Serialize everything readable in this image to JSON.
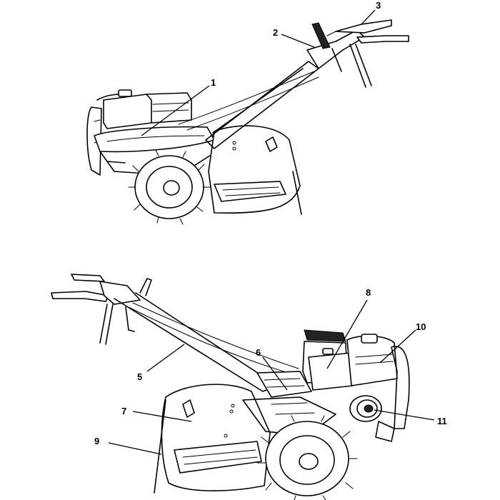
{
  "callouts": {
    "c1": "1",
    "c2": "2",
    "c3": "3",
    "c5": "5",
    "c6": "6",
    "c7": "7",
    "c8": "8",
    "c9": "9",
    "c10": "10",
    "c11": "11"
  },
  "colors": {
    "line": "#000000",
    "background": "#ffffff"
  }
}
